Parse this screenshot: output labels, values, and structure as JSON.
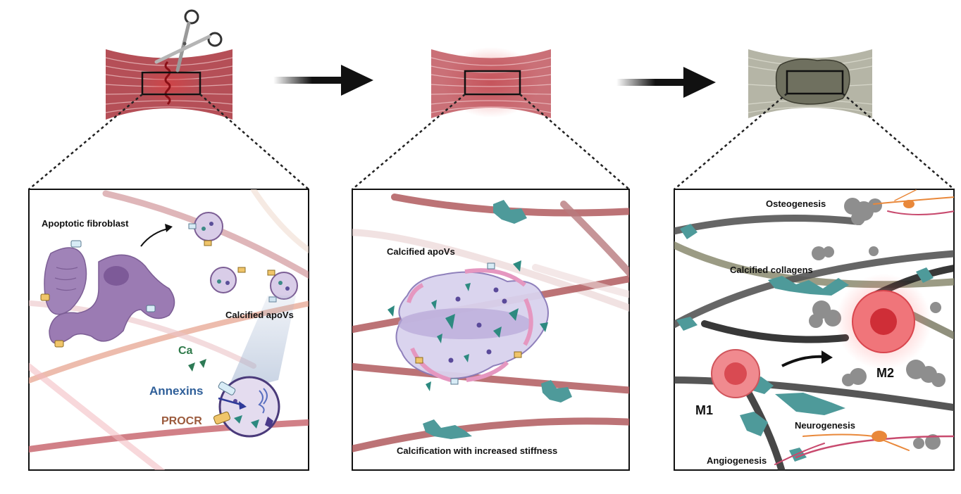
{
  "panel1": {
    "apoptotic_fibroblast": "Apoptotic fibroblast",
    "calcified_apovs": "Calcified apoVs",
    "ca": "Ca",
    "annexins": "Annexins",
    "procr": "PROCR"
  },
  "panel2": {
    "calcified_apovs": "Calcified apoVs",
    "calcification": "Calcification with increased stiffness"
  },
  "panel3": {
    "osteogenesis": "Osteogenesis",
    "calcified_collagens": "Calcified collagens",
    "m1": "M1",
    "m2": "M2",
    "neurogenesis": "Neurogenesis",
    "angiogenesis": "Angiogenesis"
  },
  "colors": {
    "muscle_red": "#a8303a",
    "collagen_red": "#b85a5e",
    "cell_purple": "#9b7bb3",
    "vesicle_purple": "#d9cde8",
    "crystal_teal": "#4e9a9a",
    "ca_green": "#2f7a4a",
    "annexins_blue": "#2f5f99",
    "procr_brown": "#9b5a3c",
    "macrophage_red": "#e8636a",
    "neuron_orange": "#e9883a",
    "calcified_tissue": "#8e8e80",
    "arrow_black": "#111111"
  }
}
